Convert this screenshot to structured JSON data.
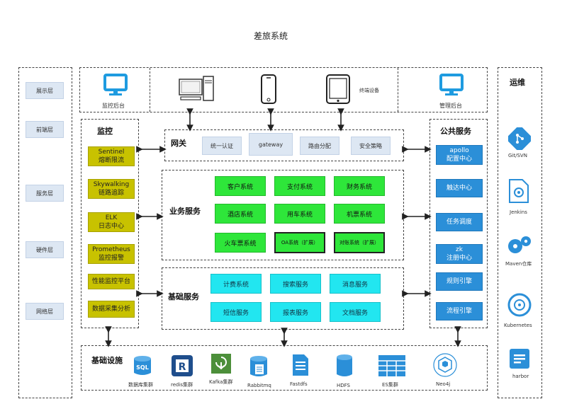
{
  "title": "差旅系统",
  "layers": [
    "展示层",
    "前端层",
    "服务层",
    "硬件层",
    "网络层"
  ],
  "devices": {
    "monitor_backend": "监控后台",
    "terminal": "终端设备",
    "admin_backend": "管理后台"
  },
  "monitoring": {
    "heading": "监控",
    "items": [
      {
        "line1": "Sentinel",
        "line2": "熔断限流"
      },
      {
        "line1": "Skywalking",
        "line2": "链路追踪"
      },
      {
        "line1": "ELK",
        "line2": "日志中心"
      },
      {
        "line1": "Prometheus",
        "line2": "监控报警"
      },
      {
        "line1": "性能监控平台",
        "line2": ""
      },
      {
        "line1": "数据采集分析",
        "line2": ""
      }
    ]
  },
  "gateway": {
    "heading": "网关",
    "items": [
      "统一认证",
      "gateway",
      "路由分配",
      "安全策略"
    ]
  },
  "business": {
    "heading": "业务服务",
    "items": [
      "客户系统",
      "支付系统",
      "财务系统",
      "酒店系统",
      "用车系统",
      "机票系统",
      "火车票系统",
      "OA系统（扩展）",
      "对账系统（扩展）"
    ]
  },
  "base_services": {
    "heading": "基础服务",
    "items": [
      "计费系统",
      "搜索服务",
      "消息服务",
      "短信服务",
      "报表服务",
      "文档服务"
    ]
  },
  "public_services": {
    "heading": "公共服务",
    "items": [
      {
        "line1": "apollo",
        "line2": "配置中心"
      },
      {
        "line1": "触达中心",
        "line2": ""
      },
      {
        "line1": "任务调度",
        "line2": ""
      },
      {
        "line1": "zk",
        "line2": "注册中心"
      },
      {
        "line1": "规则引擎",
        "line2": ""
      },
      {
        "line1": "流程引擎",
        "line2": ""
      }
    ]
  },
  "infrastructure": {
    "heading": "基础设施",
    "items": [
      "数据库集群",
      "redis集群",
      "Kafka集群",
      "Rabbitmq",
      "Fastdfs",
      "HDFS",
      "ES集群",
      "Neo4j"
    ]
  },
  "ops": {
    "heading": "运维",
    "items": [
      "Git/SVN",
      "Jenkins",
      "Maven仓库",
      "Kubernetes",
      "harbor"
    ]
  },
  "colors": {
    "blue": "#2b8fd8",
    "monitor_yellow": "#c8c200",
    "business_green": "#2ee63a",
    "base_cyan": "#22e6f0",
    "layer_gray": "#dde7f3"
  }
}
